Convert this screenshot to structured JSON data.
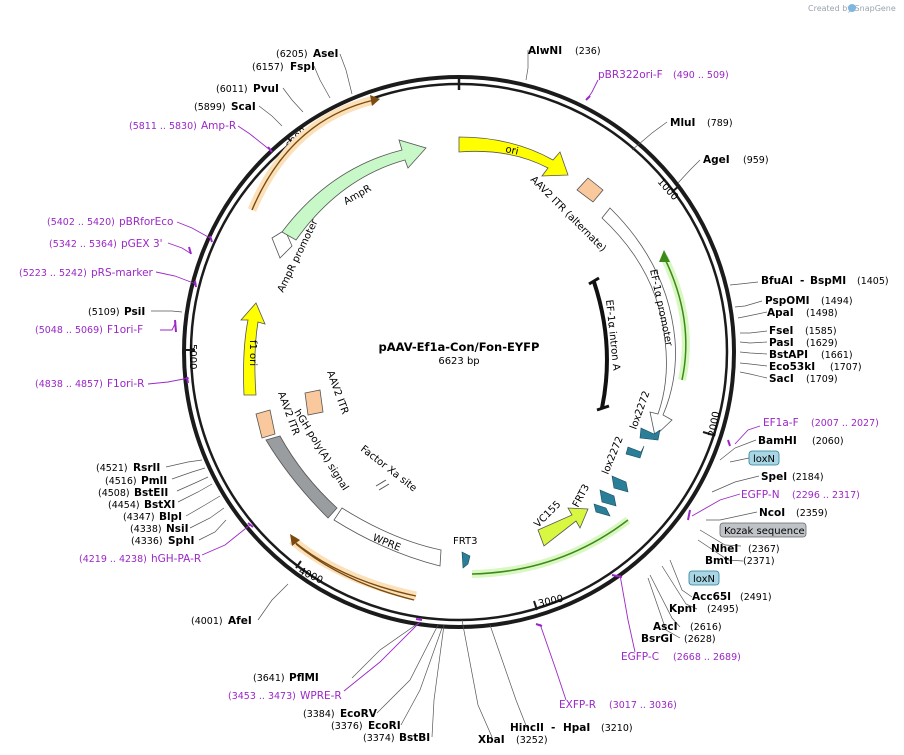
{
  "watermark": "Created by SnapGene",
  "plasmid": {
    "name": "pAAV-Ef1a-Con/Fon-EYFP",
    "length": "6623 bp"
  },
  "ticks": [
    "1000",
    "2000",
    "3000",
    "4000",
    "5000",
    "6000"
  ],
  "sites": [
    {
      "name": "AlwNI",
      "pos": "(236)"
    },
    {
      "name": "MluI",
      "pos": "(789)"
    },
    {
      "name": "AgeI",
      "pos": "(959)"
    },
    {
      "name": "BfuAI",
      "sep": "- ",
      "name2": "BspMI",
      "pos": "(1405)"
    },
    {
      "name": "PspOMI",
      "pos": "(1494)"
    },
    {
      "name": "ApaI",
      "pos": "(1498)"
    },
    {
      "name": "FseI",
      "pos": "(1585)"
    },
    {
      "name": "PasI",
      "pos": "(1629)"
    },
    {
      "name": "BstAPI",
      "pos": "(1661)"
    },
    {
      "name": "Eco53kI",
      "pos": "(1707)"
    },
    {
      "name": "SacI",
      "pos": "(1709)"
    },
    {
      "name": "BamHI",
      "pos": "(2060)"
    },
    {
      "name": "SpeI",
      "pos": "(2184)"
    },
    {
      "name": "NcoI",
      "pos": "(2359)"
    },
    {
      "name": "NheI",
      "pos": "(2367)"
    },
    {
      "name": "BmtI",
      "pos": "(2371)"
    },
    {
      "name": "Acc65I",
      "pos": "(2491)"
    },
    {
      "name": "KpnI",
      "pos": "(2495)"
    },
    {
      "name": "AscI",
      "pos": "(2616)"
    },
    {
      "name": "BsrGI",
      "pos": "(2628)"
    },
    {
      "name": "HincII",
      "sep": " - ",
      "name2": "HpaI",
      "pos": "(3210)"
    },
    {
      "name": "XbaI",
      "pos": "(3252)"
    },
    {
      "name": "BstBI",
      "pos": "(3374)"
    },
    {
      "name": "EcoRI",
      "pos": "(3376)"
    },
    {
      "name": "EcoRV",
      "pos": "(3384)"
    },
    {
      "name": "PflMI",
      "pos": "(3641)"
    },
    {
      "name": "AfeI",
      "pos": "(4001)"
    },
    {
      "name": "SphI",
      "pos": "(4336)"
    },
    {
      "name": "NsiI",
      "pos": "(4338)"
    },
    {
      "name": "BlpI",
      "pos": "(4347)"
    },
    {
      "name": "BstXI",
      "pos": "(4454)"
    },
    {
      "name": "BstEII",
      "pos": "(4508)"
    },
    {
      "name": "PmlI",
      "pos": "(4516)"
    },
    {
      "name": "RsrII",
      "pos": "(4521)"
    },
    {
      "name": "PsiI",
      "pos": "(5109)"
    },
    {
      "name": "ScaI",
      "pos": "(5899)"
    },
    {
      "name": "PvuI",
      "pos": "(6011)"
    },
    {
      "name": "FspI",
      "pos": "(6157)"
    },
    {
      "name": "AseI",
      "pos": "(6205)"
    }
  ],
  "primers": [
    {
      "name": "pBR322ori-F",
      "range": "(490 .. 509)"
    },
    {
      "name": "EF1a-F",
      "range": "(2007 .. 2027)"
    },
    {
      "name": "EGFP-N",
      "range": "(2296 .. 2317)"
    },
    {
      "name": "EGFP-C",
      "range": "(2668 .. 2689)"
    },
    {
      "name": "EXFP-R",
      "range": "(3017 .. 3036)"
    },
    {
      "name": "WPRE-R",
      "range": "(3453 .. 3473)"
    },
    {
      "name": "hGH-PA-R",
      "range": "(4219 .. 4238)"
    },
    {
      "name": "F1ori-R",
      "range": "(4838 .. 4857)"
    },
    {
      "name": "F1ori-F",
      "range": "(5048 .. 5069)"
    },
    {
      "name": "pRS-marker",
      "range": "(5223 .. 5242)"
    },
    {
      "name": "pGEX 3'",
      "range": "(5342 .. 5364)"
    },
    {
      "name": "pBRforEco",
      "range": "(5402 .. 5420)"
    },
    {
      "name": "Amp-R",
      "range": "(5811 .. 5830)"
    }
  ],
  "boxed_labels": [
    "loxN",
    "Kozak sequence",
    "loxN"
  ],
  "features": [
    "ori",
    "AAV2 ITR (alternate)",
    "EF-1α promoter",
    "EF-1α intron A",
    "lox2272",
    "lox2272",
    "FRT3",
    "VC155",
    "FRT3",
    "WPRE",
    "Factor Xa site",
    "hGH poly(A) signal",
    "AAV2 ITR",
    "AAV2 ITR",
    "f1 ori",
    "AmpR promoter",
    "AmpR"
  ],
  "colors": {
    "purple": "#9b27c7",
    "ori": "#ffff00",
    "itr": "#f9c89c",
    "ampr": "#c8f7c8",
    "teal": "#2a7e98",
    "vc155": "#d8f740",
    "grey": "#9a9da0",
    "gold": "#f2b85a",
    "green": "#7bd23c"
  }
}
